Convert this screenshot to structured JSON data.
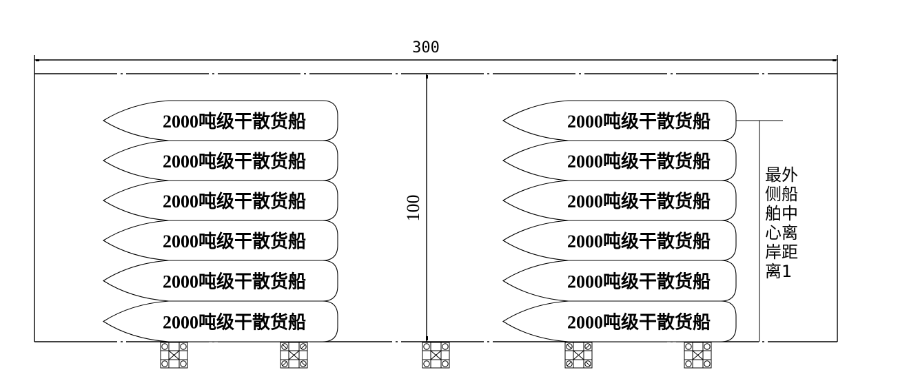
{
  "drawing": {
    "width_dimension_label": "300",
    "depth_dimension_label": "100",
    "side_note_lines": [
      "最外",
      "侧船",
      "舶中",
      "心离",
      "岸距",
      "离1"
    ],
    "left_group": {
      "ships": [
        {
          "label": "2000吨级干散货船"
        },
        {
          "label": "2000吨级干散货船"
        },
        {
          "label": "2000吨级干散货船"
        },
        {
          "label": "2000吨级干散货船"
        },
        {
          "label": "2000吨级干散货船"
        },
        {
          "label": "2000吨级干散货船"
        }
      ]
    },
    "right_group": {
      "ships": [
        {
          "label": "2000吨级干散货船"
        },
        {
          "label": "2000吨级干散货船"
        },
        {
          "label": "2000吨级干散货船"
        },
        {
          "label": "2000吨级干散货船"
        },
        {
          "label": "2000吨级干散货船"
        },
        {
          "label": "2000吨级干散货船"
        }
      ]
    },
    "bollards": [
      {
        "type": "circle"
      },
      {
        "type": "slashed-circle"
      },
      {
        "type": "circle"
      },
      {
        "type": "slashed-circle"
      },
      {
        "type": "circle"
      }
    ]
  }
}
